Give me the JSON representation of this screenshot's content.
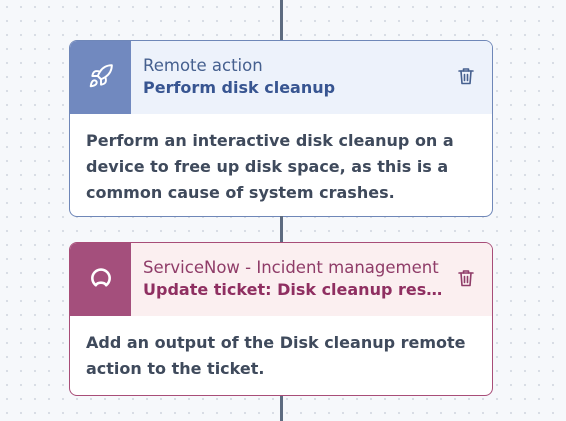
{
  "colors": {
    "remote_accent": "#7189bf",
    "remote_border": "#6f87b8",
    "servicenow_accent": "#a44f7c",
    "servicenow_border": "#a84d78",
    "connector": "#5d6b80"
  },
  "steps": [
    {
      "icon": "rocket-icon",
      "kind": "Remote action",
      "title": "Perform disk cleanup",
      "description": "Perform an interactive disk cleanup on a device to free up disk space, as this is a common cause of system crashes.",
      "delete_icon": "trash-icon"
    },
    {
      "icon": "servicenow-logo-icon",
      "kind": "ServiceNow - Incident management",
      "title": "Update ticket: Disk cleanup results",
      "description": "Add an output of the Disk cleanup remote action to the ticket.",
      "delete_icon": "trash-icon"
    }
  ]
}
